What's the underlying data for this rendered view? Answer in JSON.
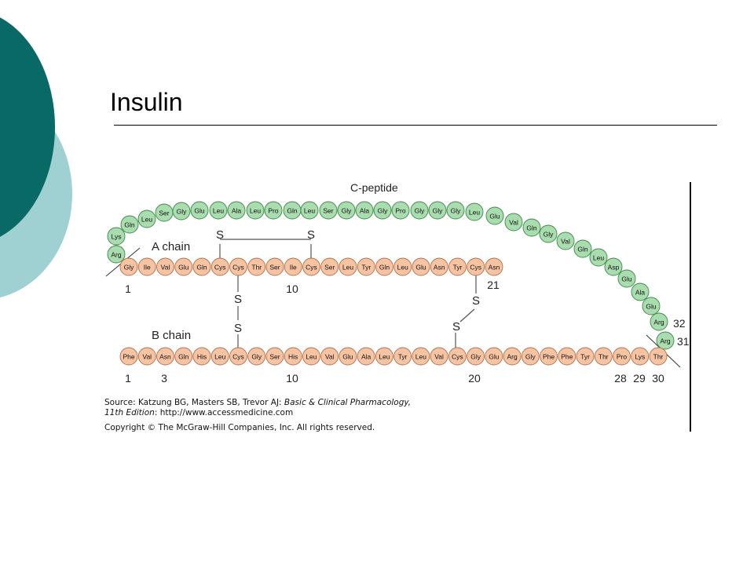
{
  "slide": {
    "title": "Insulin"
  },
  "diagram": {
    "c_peptide_label": "C-peptide",
    "a_chain_label": "A chain",
    "b_chain_label": "B chain",
    "sulfur": "S",
    "c_peptide": [
      "Arg",
      "Lys",
      "Gln",
      "Leu",
      "Ser",
      "Gly",
      "Glu",
      "Leu",
      "Ala",
      "Leu",
      "Pro",
      "Gln",
      "Leu",
      "Ser",
      "Gly",
      "Ala",
      "Gly",
      "Pro",
      "Gly",
      "Gly",
      "Gly",
      "Leu",
      "Glu",
      "Val",
      "Gln",
      "Gly",
      "Val",
      "Gln",
      "Leu",
      "Asp",
      "Glu",
      "Ala",
      "Glu",
      "Arg",
      "Arg"
    ],
    "a_chain": [
      "Gly",
      "Ile",
      "Val",
      "Glu",
      "Gln",
      "Cys",
      "Cys",
      "Thr",
      "Ser",
      "Ile",
      "Cys",
      "Ser",
      "Leu",
      "Tyr",
      "Gln",
      "Leu",
      "Glu",
      "Asn",
      "Tyr",
      "Cys",
      "Asn"
    ],
    "b_chain": [
      "Phe",
      "Val",
      "Asn",
      "Gln",
      "His",
      "Leu",
      "Cys",
      "Gly",
      "Ser",
      "His",
      "Leu",
      "Val",
      "Glu",
      "Ala",
      "Leu",
      "Tyr",
      "Leu",
      "Val",
      "Cys",
      "Gly",
      "Glu",
      "Arg",
      "Gly",
      "Phe",
      "Phe",
      "Tyr",
      "Thr",
      "Pro",
      "Lys",
      "Thr"
    ],
    "a_numbers": [
      "1",
      "10",
      "21"
    ],
    "b_numbers": [
      "1",
      "3",
      "10",
      "20",
      "28",
      "29",
      "30"
    ],
    "cp_numbers": [
      "32",
      "31"
    ]
  },
  "source": {
    "prefix": "Source: Katzung BG, Masters SB, Trevor AJ: ",
    "book": "Basic & Clinical Pharmacology,",
    "edition": "11th Edition",
    "url_suffix": ": http://www.accessmedicine.com",
    "copyright": "Copyright © The McGraw-Hill Companies, Inc. All rights reserved."
  }
}
